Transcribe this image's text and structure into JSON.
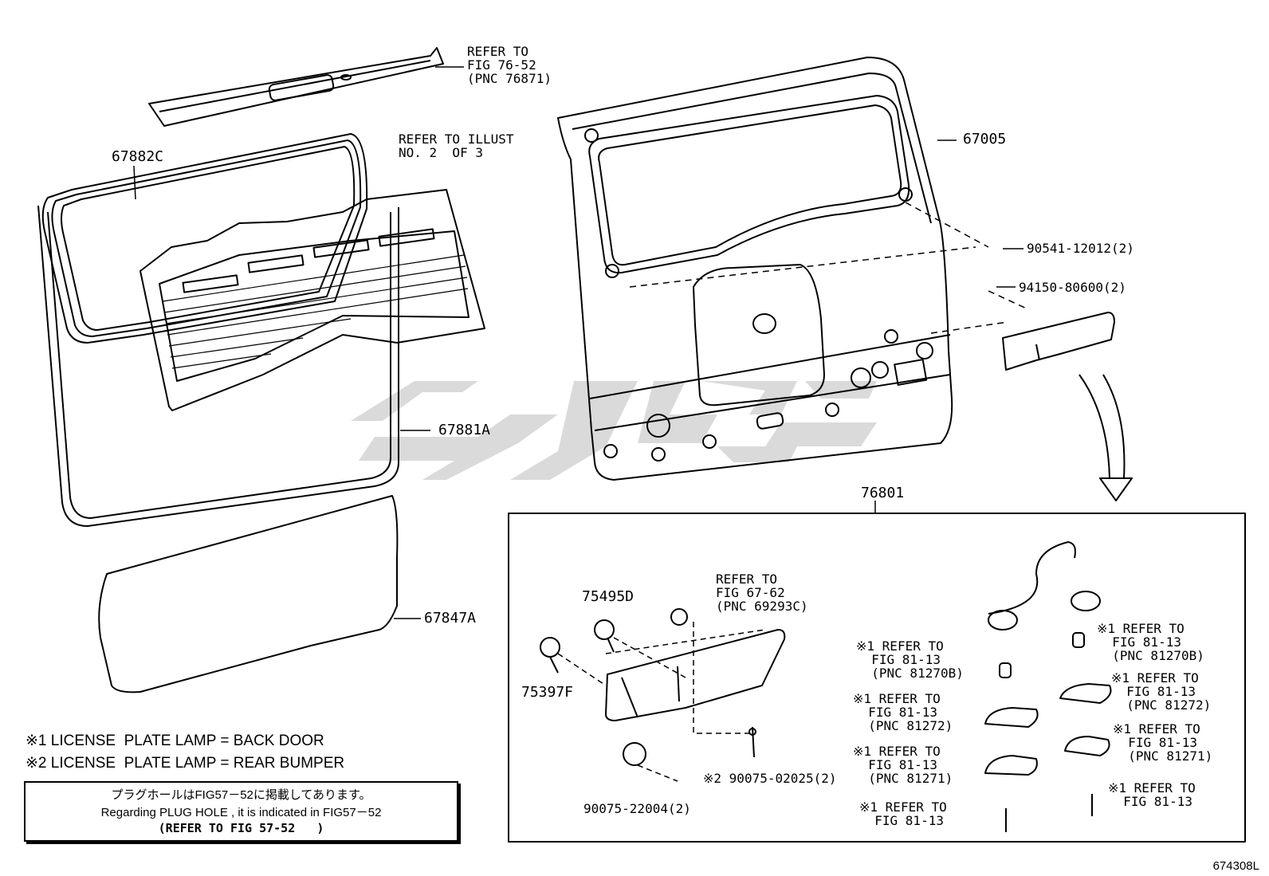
{
  "labels": {
    "p67882c": "67882C",
    "refer_76_52": "REFER TO\nFIG 76-52\n(PNC 76871)",
    "refer_illust": "REFER TO ILLUST\nNO. 2  OF 3",
    "p67881a": "67881A",
    "p67847a": "67847A",
    "p67005": "67005",
    "p90541": "90541-12012(2)",
    "p94150": "94150-80600(2)",
    "p76801": "76801",
    "p75495d": "75495D",
    "p75397f": "75397F",
    "refer_67_62": "REFER TO\nFIG 67-62\n(PNC 69293C)",
    "p90075_02025": "※2 90075-02025(2)",
    "p90075_22004": "90075-22004(2)",
    "refer_812708_left": "※1 REFER TO\n  FIG 81-13\n  (PNC 81270B)",
    "refer_81272_left": "※1 REFER TO\n  FIG 81-13\n  (PNC 81272)",
    "refer_81271_left": "※1 REFER TO\n  FIG 81-13\n  (PNC 81271)",
    "refer_8113_left": "※1 REFER TO\n  FIG 81-13",
    "refer_812708_right": "※1 REFER TO\n  FIG 81-13\n  (PNC 81270B)",
    "refer_81272_right": "※1 REFER TO\n  FIG 81-13\n  (PNC 81272)",
    "refer_81271_right": "※1 REFER TO\n  FIG 81-13\n  (PNC 81271)",
    "refer_8113_right": "※1 REFER TO\n  FIG 81-13"
  },
  "legend": {
    "line1": "※1 LICENSE  PLATE LAMP = BACK DOOR",
    "line2": "※2 LICENSE  PLATE LAMP = REAR BUMPER"
  },
  "note": {
    "jp": "プラグホールはFIG57－52に掲載してあります。",
    "en": "Regarding PLUG HOLE , it is indicated in FIG57－52",
    "ref": "(REFER TO FIG 57-52   )"
  },
  "illustration_id": "674308L"
}
